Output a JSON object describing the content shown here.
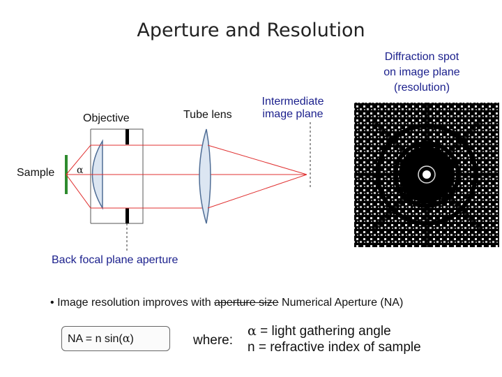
{
  "title": "Aperture and Resolution",
  "labels": {
    "objective": "Objective",
    "tube_lens": "Tube lens",
    "sample": "Sample",
    "alpha": "α",
    "intermediate_plane_line1": "Intermediate",
    "intermediate_plane_line2": "image plane",
    "diffraction_line1": "Diffraction spot",
    "diffraction_line2": "on image plane",
    "diffraction_line3": "(resolution)",
    "back_focal_plane": "Back focal plane aperture"
  },
  "bullet": {
    "marker": "•",
    "prefix": "Image resolution improves with",
    "struck": "aperture size",
    "replacement": "Numerical Aperture (NA)"
  },
  "formula": {
    "na_prefix": "NA = n sin(",
    "na_symbol": "α",
    "na_suffix": ")",
    "where": "where:",
    "def1_symbol": "α",
    "def1_text": "= light gathering angle",
    "def2_text": "n = refractive index of sample"
  },
  "colors": {
    "title": "#222222",
    "caption_blue": "#1a1f8c",
    "ray_red": "#e03030",
    "sample_green": "#2e8b2e",
    "lens_fill": "#dce6f2",
    "lens_stroke": "#4f6d95",
    "aperture_black": "#000000"
  }
}
